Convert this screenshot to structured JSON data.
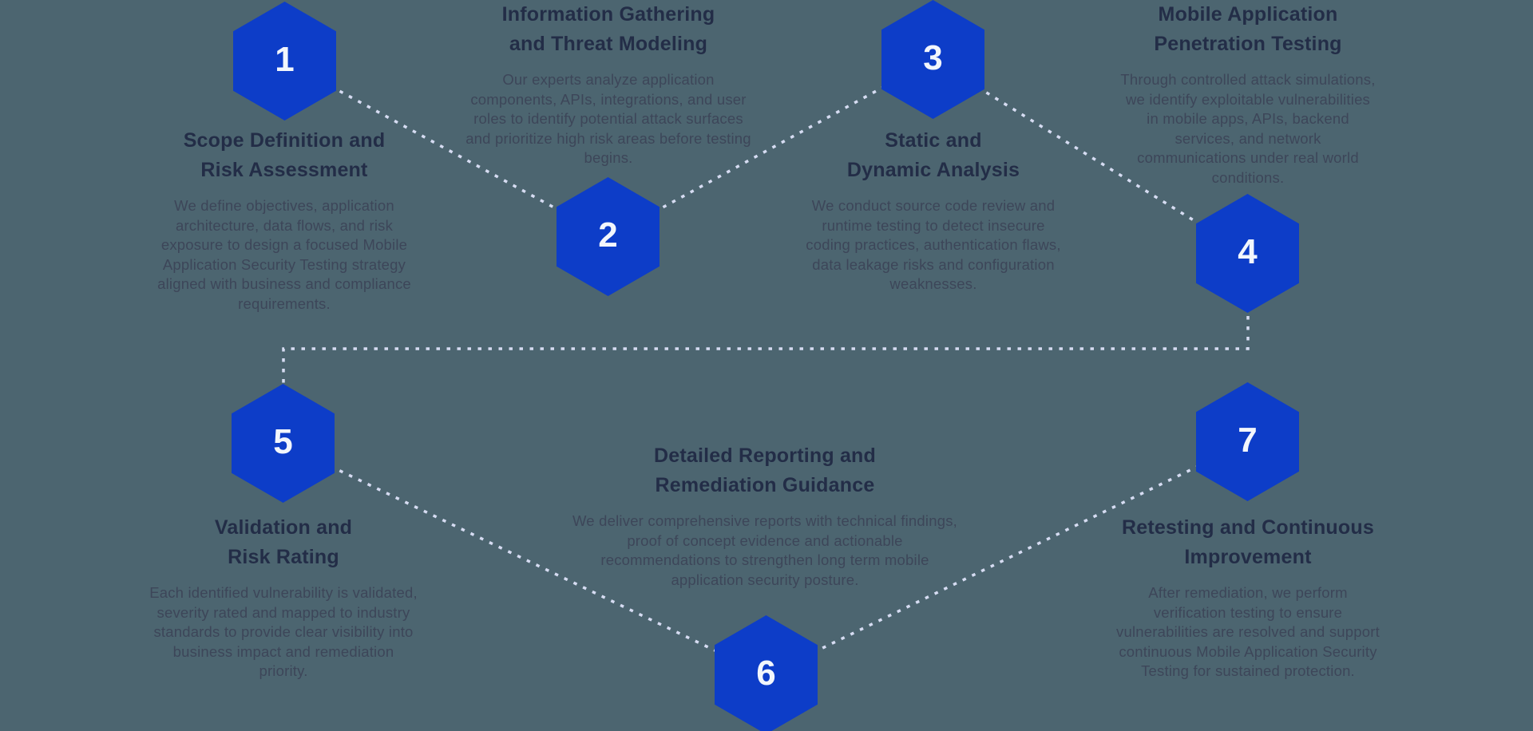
{
  "diagram": {
    "subject": "Mobile Application Security Testing process",
    "colors": {
      "background": "#4C6570",
      "hexagon_fill": "#0D3DC8",
      "connector_line": "#D6DCF2",
      "title_text": "#232D47",
      "body_text": "#3D4659",
      "number_text": "#F2F6FC"
    },
    "steps": [
      {
        "number": "1",
        "title": "Scope Definition and\nRisk Assessment",
        "description": "We define objectives, application\narchitecture, data flows, and risk\nexposure to design a focused Mobile\nApplication Security Testing strategy\naligned with business and compliance\nrequirements."
      },
      {
        "number": "2",
        "title": "Information Gathering\nand Threat Modeling",
        "description": "Our experts analyze application\ncomponents, APIs, integrations, and user\nroles to identify potential attack surfaces\nand prioritize high risk areas before testing\nbegins."
      },
      {
        "number": "3",
        "title": "Static and\nDynamic Analysis",
        "description": "We conduct source code review and\nruntime testing to detect insecure\ncoding practices, authentication flaws,\ndata leakage risks and configuration\nweaknesses."
      },
      {
        "number": "4",
        "title": "Mobile Application\nPenetration Testing",
        "description": "Through controlled attack simulations,\nwe identify exploitable vulnerabilities\nin mobile apps, APIs, backend\nservices, and network\ncommunications under real world\nconditions."
      },
      {
        "number": "5",
        "title": "Validation and\nRisk Rating",
        "description": "Each identified vulnerability is validated,\nseverity rated and mapped to industry\nstandards to provide clear visibility into\nbusiness impact and remediation\npriority."
      },
      {
        "number": "6",
        "title": "Detailed Reporting and\nRemediation Guidance",
        "description": "We deliver comprehensive reports with technical findings,\nproof of concept evidence and actionable\nrecommendations to strengthen long term mobile\napplication security posture."
      },
      {
        "number": "7",
        "title": "Retesting and Continuous\nImprovement",
        "description": "After remediation, we perform\nverification testing to ensure\nvulnerabilities are resolved and support\ncontinuous Mobile Application Security\nTesting for sustained protection."
      }
    ]
  }
}
